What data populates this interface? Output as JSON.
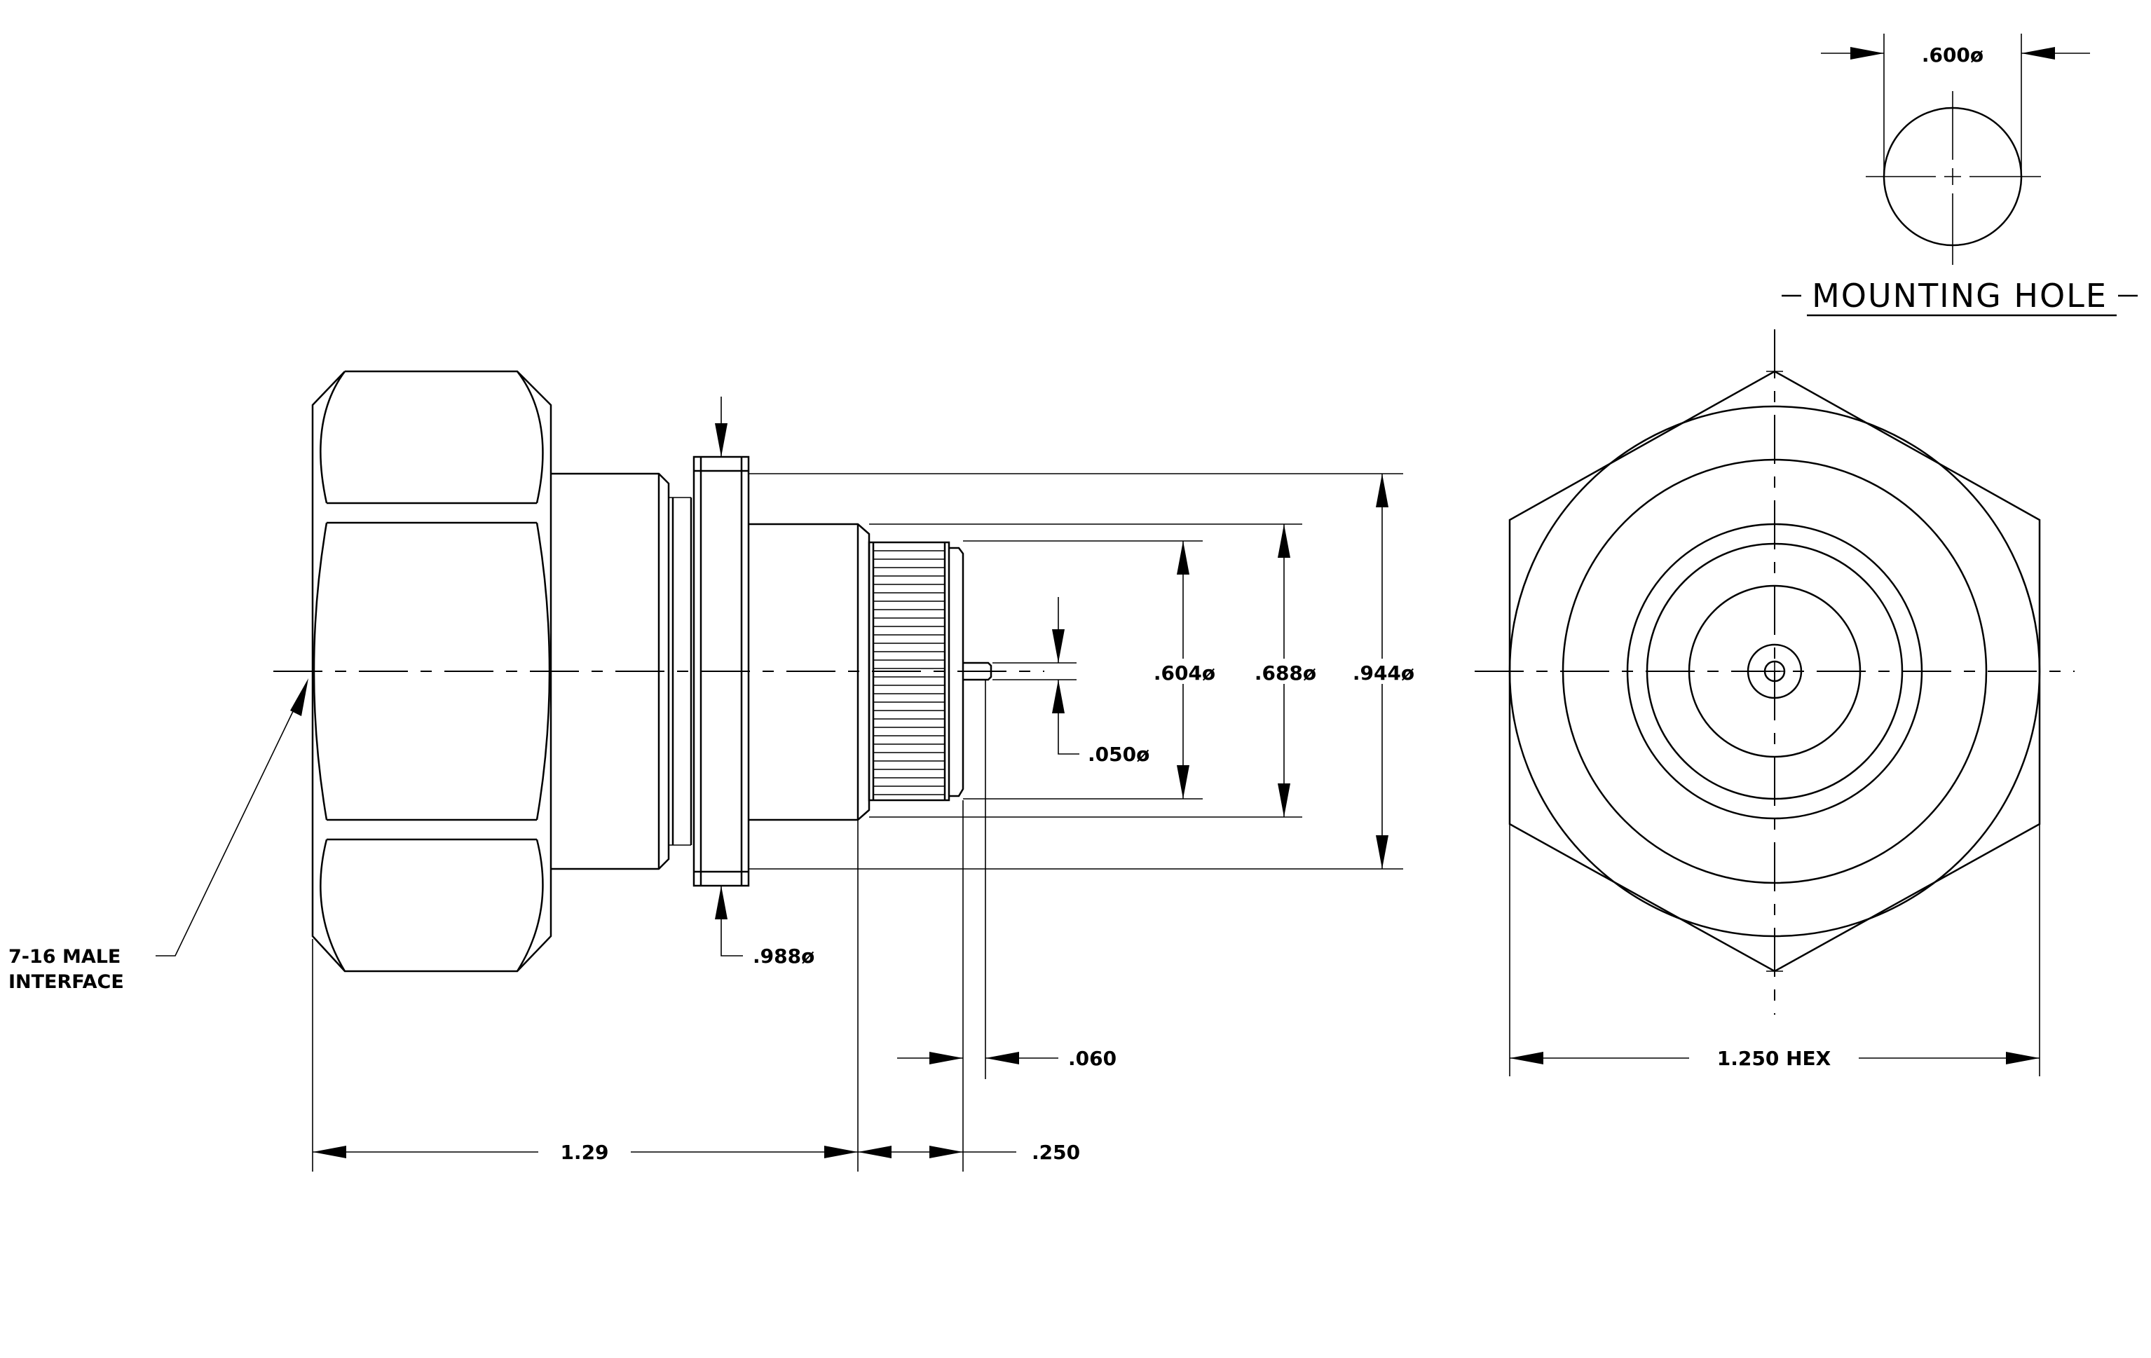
{
  "dimensions": {
    "mounting_hole_dia": ".600ø",
    "flange_dia": ".988ø",
    "pin_dia": ".050ø",
    "body_dia_1": ".604ø",
    "body_dia_2": ".688ø",
    "body_dia_3": ".944ø",
    "length_overall": "1.29",
    "length_rear": ".250",
    "pin_recess": ".060",
    "hex_size": "1.250 HEX"
  },
  "labels": {
    "mounting_hole_title": "MOUNTING HOLE",
    "interface_line1": "7-16 MALE",
    "interface_line2": "INTERFACE"
  }
}
